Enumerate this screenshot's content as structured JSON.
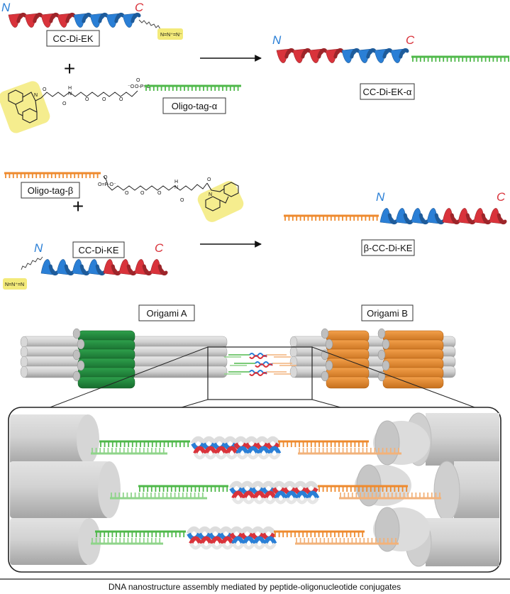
{
  "figure": {
    "caption": "DNA nanostructure assembly mediated by peptide-oligonucleotide conjugates",
    "colors": {
      "helix_red": "#d9333b",
      "helix_blue": "#2a7fd6",
      "oligo_green": "#4fb84a",
      "oligo_green_light": "#8fd48a",
      "oligo_orange": "#ee8a2e",
      "oligo_orange_light": "#f2b27a",
      "origami_green": "#1f8a3c",
      "origami_orange": "#e8892c",
      "tube_gray": "#c9c9c9",
      "highlight_yellow": "#f3ea7a",
      "terminus_N": "#2a7fd6",
      "terminus_C": "#d9333b"
    }
  },
  "reaction1": {
    "peptide_label": "CC-Di-EK",
    "oligo_label": "Oligo-tag-α",
    "product_label": "CC-Di-EK-α",
    "azide": "N=N⁺=N⁻",
    "plus": "+",
    "n_term": "N",
    "c_term": "C",
    "linker": {
      "o": "O",
      "nh": "H",
      "n": "N",
      "phosphate": "O-P=O",
      "o_minus": "⁻O"
    }
  },
  "reaction2": {
    "oligo_label": "Oligo-tag-β",
    "peptide_label": "CC-Di-KE",
    "product_label": "β-CC-Di-KE",
    "azide": "N=N⁺=N",
    "plus": "+",
    "n_term": "N",
    "c_term": "C",
    "linker": {
      "o": "O",
      "nh": "H",
      "n": "N",
      "phosphate": "O=P-O⁻"
    }
  },
  "assembly": {
    "origami_a_label": "Origami A",
    "origami_b_label": "Origami B"
  }
}
